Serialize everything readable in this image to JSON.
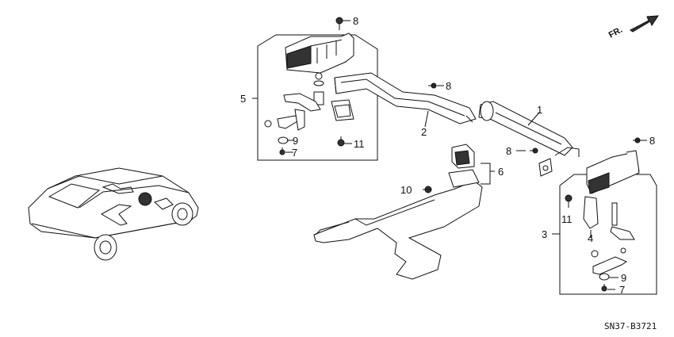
{
  "direction_marker": {
    "label": "FR.",
    "icon": "front-direction-arrow-icon"
  },
  "diagram_code": "SN37-B3721",
  "callouts": {
    "c1": "1",
    "c2": "2",
    "c3": "3",
    "c4": "4",
    "c5": "5",
    "c6": "6",
    "c7a": "7",
    "c7b": "7",
    "c8a": "8",
    "c8b": "8",
    "c8c": "8",
    "c8d": "8",
    "c9a": "9",
    "c9b": "9",
    "c10": "10",
    "c11a": "11",
    "c11b": "11"
  }
}
